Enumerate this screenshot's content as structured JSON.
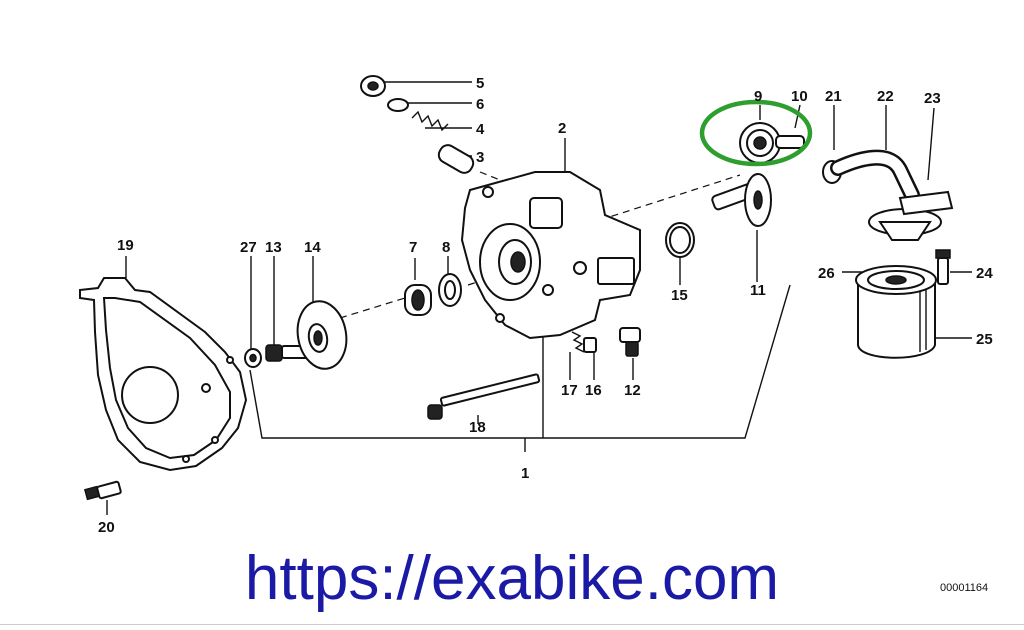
{
  "diagram": {
    "callouts": {
      "p1": "1",
      "p2": "2",
      "p3": "3",
      "p4": "4",
      "p5": "5",
      "p6": "6",
      "p7": "7",
      "p8": "8",
      "p9": "9",
      "p10": "10",
      "p11": "11",
      "p12": "12",
      "p13": "13",
      "p14": "14",
      "p15": "15",
      "p16": "16",
      "p17": "17",
      "p18": "18",
      "p19": "19",
      "p20": "20",
      "p21": "21",
      "p22": "22",
      "p23": "23",
      "p24": "24",
      "p25": "25",
      "p26": "26",
      "p27": "27"
    },
    "highlight_color": "#2e9e2e",
    "ink_color": "#111111"
  },
  "watermark": {
    "url": "https://exabike.com",
    "color": "#1a1aa6"
  },
  "diagram_code": "00001164"
}
